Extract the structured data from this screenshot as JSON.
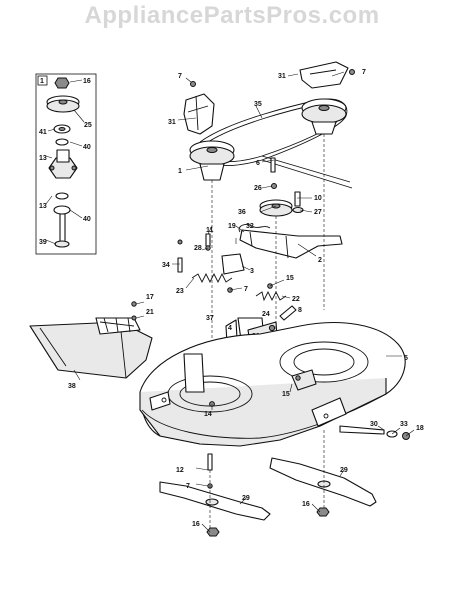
{
  "watermark": "AppliancePartsPros.com",
  "inset_box_label": "1",
  "callouts": {
    "inset": [
      "16",
      "25",
      "41",
      "40",
      "13",
      "13",
      "40",
      "39"
    ],
    "upper": [
      "7",
      "31",
      "7",
      "31",
      "35",
      "1",
      "6",
      "26",
      "10",
      "36",
      "27",
      "11",
      "19",
      "32",
      "28",
      "3",
      "2",
      "34",
      "23",
      "7",
      "15",
      "22",
      "17",
      "21",
      "37",
      "24",
      "8",
      "20",
      "4",
      "5"
    ],
    "lower": [
      "38",
      "14",
      "15",
      "30",
      "33",
      "18",
      "12",
      "7",
      "29",
      "29",
      "16",
      "16"
    ]
  }
}
